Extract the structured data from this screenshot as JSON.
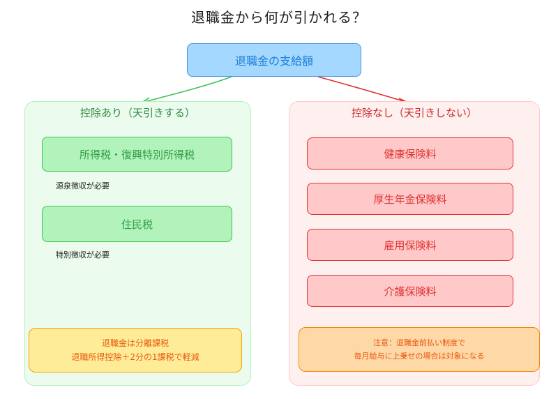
{
  "title": "退職金から何が引かれる？",
  "root": "退職金の支給額",
  "left": {
    "title": "控除あり（天引きする）",
    "items": [
      {
        "label": "所得税・復興特別所得税",
        "note": "源泉徴収が必要"
      },
      {
        "label": "住民税",
        "note": "特別徴収が必要"
      }
    ],
    "footer": {
      "line1": "退職金は分離課税",
      "line2": "退職所得控除＋2分の1課税で軽減"
    }
  },
  "right": {
    "title": "控除なし（天引きしない）",
    "items": [
      {
        "label": "健康保険料"
      },
      {
        "label": "厚生年金保険料"
      },
      {
        "label": "雇用保険料"
      },
      {
        "label": "介護保険料"
      }
    ],
    "footer": {
      "line1": "注意：退職金前払い制度で",
      "line2": "毎月給与に上乗せの場合は対象になる"
    }
  },
  "colors": {
    "root_fill": "#a5d8ff",
    "root_stroke": "#4a90e2",
    "left_panel": "#ebfbee",
    "right_panel": "#fff0f0",
    "green_box": "#b2f2bb",
    "green_stroke": "#40c057",
    "red_box": "#ffc9c9",
    "red_stroke": "#e03131",
    "yellow_box": "#ffec99",
    "orange_box": "#ffd8a8",
    "arrow_left": "#40c057",
    "arrow_right": "#e03131"
  }
}
